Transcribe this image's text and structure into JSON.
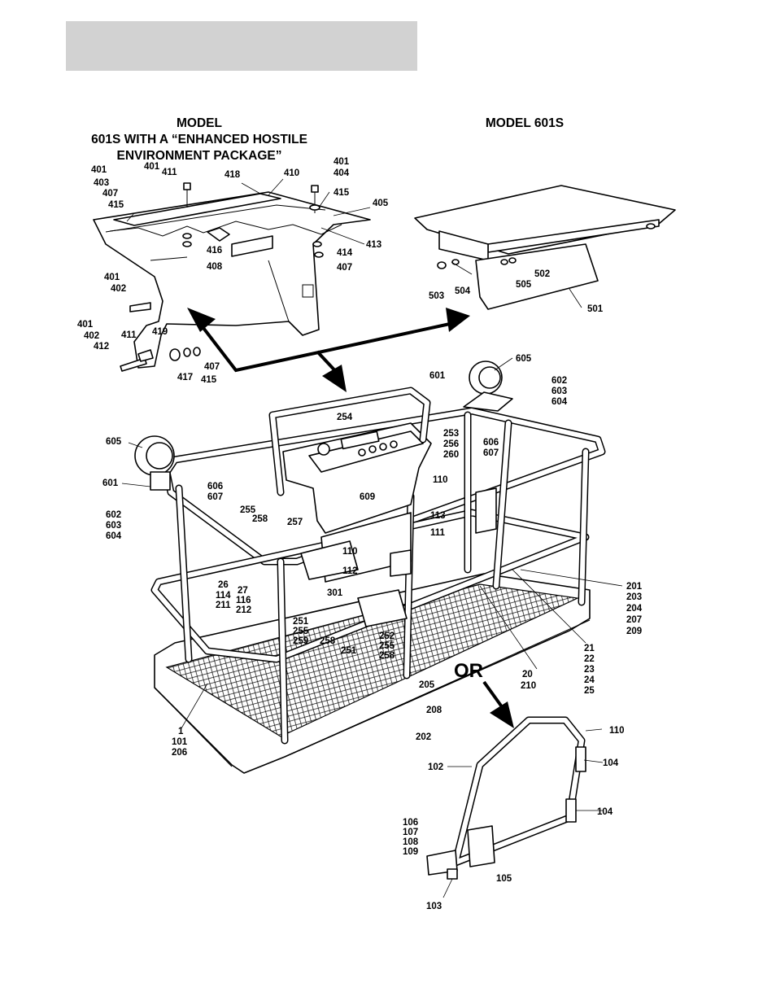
{
  "titles": {
    "left_line1": "MODEL",
    "left_line2": "601S WITH A “ENHANCED HOSTILE",
    "left_line3": "ENVIRONMENT PACKAGE”",
    "right": "MODEL 601S"
  },
  "or_label": "OR",
  "callouts": [
    "401",
    "401",
    "403",
    "407",
    "415",
    "411",
    "418",
    "410",
    "401",
    "404",
    "415",
    "405",
    "416",
    "408",
    "414",
    "407",
    "413",
    "401",
    "402",
    "401",
    "402",
    "412",
    "411",
    "419",
    "417",
    "415",
    "407",
    "503",
    "504",
    "505",
    "502",
    "501",
    "605",
    "601",
    "602",
    "603",
    "604",
    "606",
    "607",
    "605",
    "601",
    "606",
    "607",
    "602",
    "603",
    "604",
    "254",
    "253",
    "256",
    "260",
    "609",
    "110",
    "255",
    "258",
    "257",
    "113",
    "111",
    "110",
    "112",
    "26",
    "114",
    "211",
    "27",
    "116",
    "212",
    "301",
    "251",
    "255",
    "259",
    "258",
    "251",
    "252",
    "255",
    "258",
    "201",
    "203",
    "204",
    "207",
    "209",
    "21",
    "22",
    "23",
    "24",
    "25",
    "20",
    "210",
    "205",
    "208",
    "202",
    "1",
    "101",
    "206",
    "110",
    "104",
    "102",
    "104",
    "106",
    "107",
    "108",
    "109",
    "105",
    "103"
  ]
}
